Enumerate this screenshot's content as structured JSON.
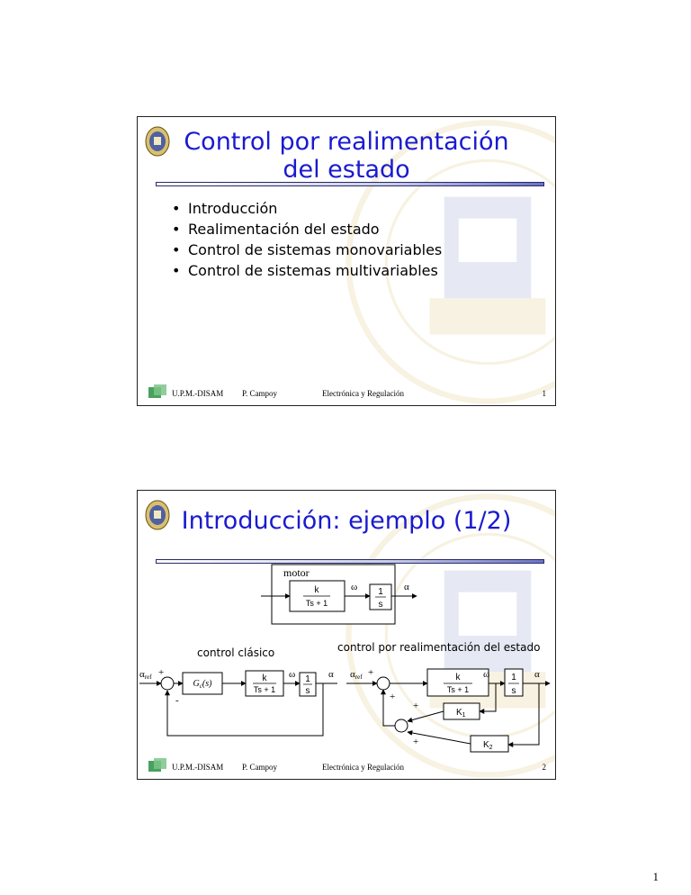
{
  "slides": [
    {
      "title_line1": "Control por realimentación",
      "title_line2": "del estado",
      "bullets": [
        "Introducción",
        "Realimentación del estado",
        "Control de sistemas monovariables",
        "Control de sistemas multivariables"
      ],
      "footer": {
        "org": "U.P.M.-DISAM",
        "author": "P. Campoy",
        "course": "Electrónica y Regulación",
        "number": "1"
      }
    },
    {
      "title": "Introducción: ejemplo (1/2)",
      "diagram": {
        "motor_label": "motor",
        "tf_num": "k",
        "tf_den": "Ts + 1",
        "int_num": "1",
        "int_den": "s",
        "omega": "ω",
        "alpha": "α",
        "alpha_ref": "α",
        "ref_sub": "ref",
        "plus": "+",
        "minus": "-",
        "controller": "G",
        "controller_sub": "c",
        "controller_arg": "(s)",
        "classic_caption": "control clásico",
        "state_caption": "control por realimentación del estado",
        "k1": "K",
        "k1_sub": "1",
        "k2": "K",
        "k2_sub": "2"
      },
      "footer": {
        "org": "U.P.M.-DISAM",
        "author": "P. Campoy",
        "course": "Electrónica y Regulación",
        "number": "2"
      }
    }
  ],
  "page_number": "1",
  "colors": {
    "title": "#1a1ad0",
    "seal_wm": "#c8a020"
  }
}
